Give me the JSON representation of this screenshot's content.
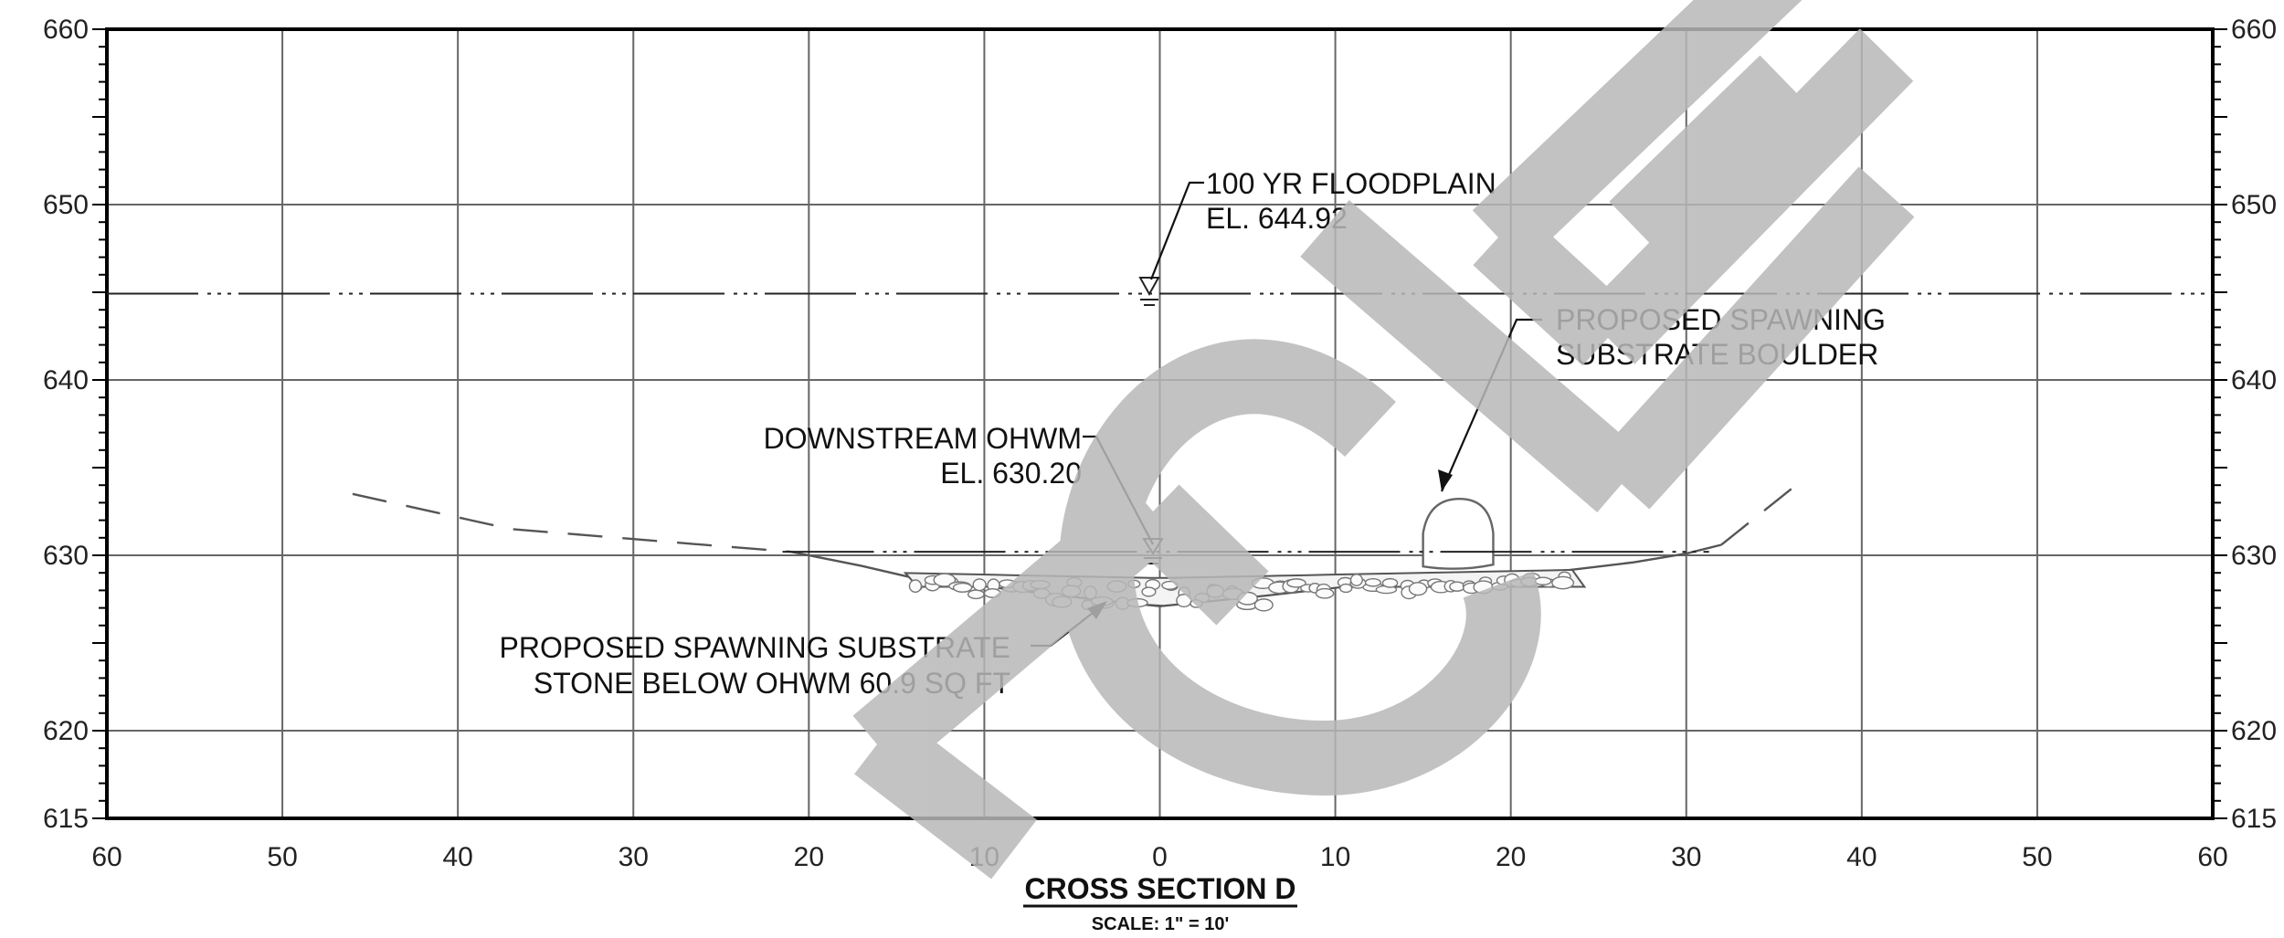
{
  "drawing": {
    "title": "CROSS SECTION D",
    "scale_note": "SCALE: 1\" = 10'",
    "watermark": "EGLE",
    "watermark_color": "#b8b8b8"
  },
  "axes": {
    "x_ticks": [
      "60",
      "50",
      "40",
      "30",
      "20",
      "10",
      "0",
      "10",
      "20",
      "30",
      "40",
      "50",
      "60"
    ],
    "y_ticks": [
      "660",
      "650",
      "640",
      "630",
      "620",
      "615"
    ]
  },
  "annotations": {
    "floodplain": {
      "line1": "100 YR FLOODPLAIN",
      "line2": "EL. 644.92"
    },
    "ohwm": {
      "line1": "DOWNSTREAM OHWM",
      "line2": "EL. 630.20"
    },
    "boulder": {
      "line1": "PROPOSED SPAWNING",
      "line2": "SUBSTRATE BOULDER"
    },
    "substrate": {
      "line1": "PROPOSED SPAWNING SUBSTRATE",
      "line2": "STONE BELOW OHWM 60.9 SQ FT"
    }
  },
  "chart_data": {
    "type": "cross-section",
    "title": "CROSS SECTION D",
    "x_range": [
      -60,
      60
    ],
    "y_range": [
      615,
      660
    ],
    "x_tick_values": [
      -60,
      -50,
      -40,
      -30,
      -20,
      -10,
      0,
      10,
      20,
      30,
      40,
      50,
      60
    ],
    "y_tick_values": [
      615,
      620,
      630,
      640,
      650,
      660
    ],
    "grid": true,
    "floodplain_elevation": 644.92,
    "ohwm_elevation": 630.2,
    "existing_ground": [
      {
        "x": -46,
        "y": 633.5
      },
      {
        "x": -37,
        "y": 631.5
      },
      {
        "x": -26,
        "y": 630.6
      },
      {
        "x": -21,
        "y": 630.2
      },
      {
        "x": -17,
        "y": 629.4
      },
      {
        "x": -14,
        "y": 628.7
      },
      {
        "x": -8,
        "y": 628.0
      },
      {
        "x": -3,
        "y": 627.4
      },
      {
        "x": 0,
        "y": 627.1
      },
      {
        "x": 6,
        "y": 627.7
      },
      {
        "x": 14,
        "y": 628.6
      },
      {
        "x": 22,
        "y": 629.0
      },
      {
        "x": 27,
        "y": 629.6
      },
      {
        "x": 30,
        "y": 630.1
      },
      {
        "x": 32,
        "y": 630.6
      },
      {
        "x": 36,
        "y": 633.8
      }
    ],
    "substrate_area_sqft": 60.9,
    "substrate_x_range": [
      -14.5,
      24.2
    ],
    "boulder_x_range": [
      15,
      19
    ]
  }
}
